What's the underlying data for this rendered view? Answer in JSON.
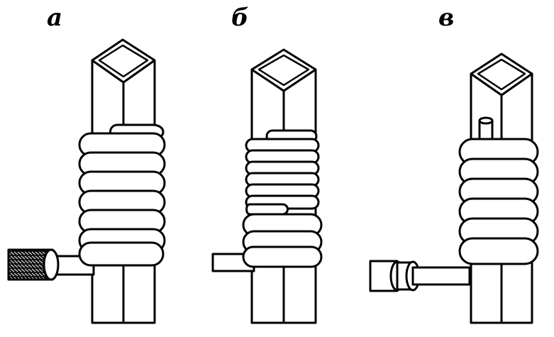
{
  "panels": [
    {
      "label": "а"
    },
    {
      "label": "б"
    },
    {
      "label": "в"
    }
  ],
  "colors": {
    "ink": "#000000",
    "paper": "#ffffff"
  }
}
